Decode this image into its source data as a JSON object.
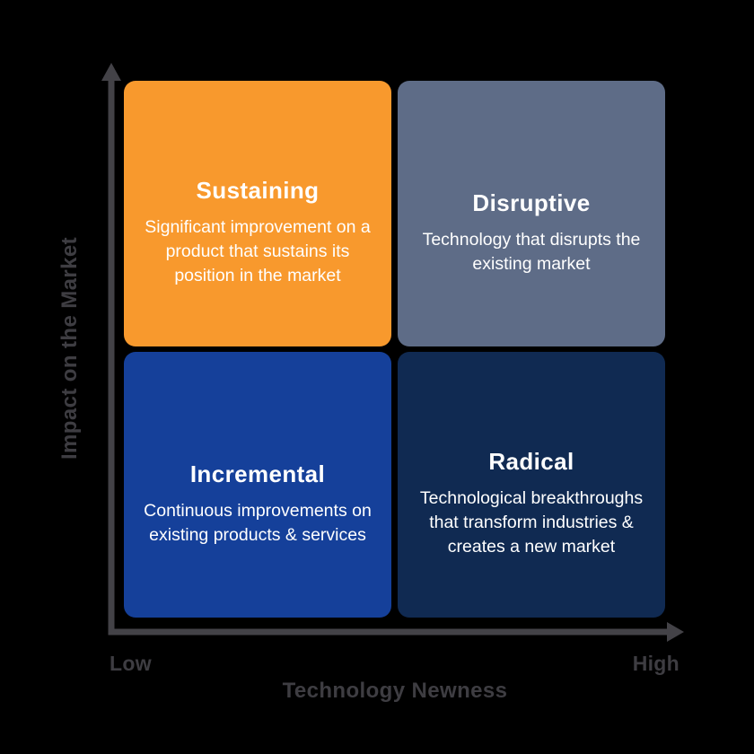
{
  "page": {
    "background": "#000000",
    "title": "Types of Innovation matrix"
  },
  "axes": {
    "color": "#434247",
    "text_color": "#3E3D42",
    "x": {
      "title": "Technology Newness",
      "min_label": "Low",
      "max_label": "High"
    },
    "y": {
      "title": "Impact on the Market"
    }
  },
  "quadrants": [
    {
      "id": "sustaining",
      "position": "top-left",
      "title": "Sustaining",
      "description": "Significant improvement on a product that sustains its position in the market",
      "color": "#F8992D",
      "text_color": "#FFFFFF"
    },
    {
      "id": "disruptive",
      "position": "top-right",
      "title": "Disruptive",
      "description": "Technology that disrupts the existing market",
      "color": "#5E6C87",
      "text_color": "#FFFFFF"
    },
    {
      "id": "incremental",
      "position": "bottom-left",
      "title": "Incremental",
      "description": "Continuous improvements on existing products & services",
      "color": "#15409A",
      "text_color": "#FFFFFF"
    },
    {
      "id": "radical",
      "position": "bottom-right",
      "title": "Radical",
      "description": "Technological breakthroughs that transform industries & creates a new market",
      "color": "#102A52",
      "text_color": "#FFFFFF"
    }
  ]
}
